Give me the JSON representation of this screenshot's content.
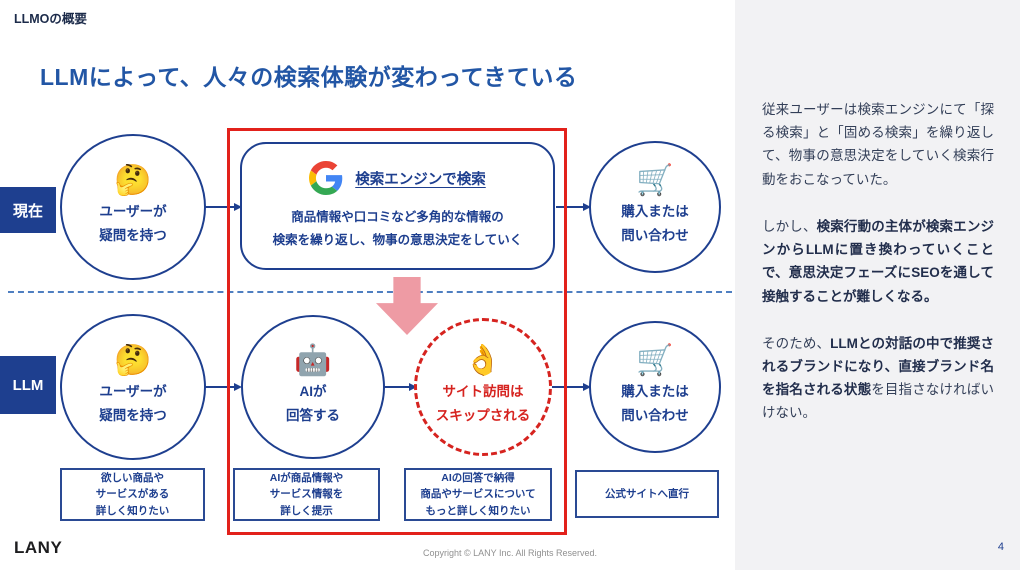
{
  "colors": {
    "navy": "#1e3f8f",
    "title_blue": "#2256a5",
    "frame_red": "#e2211b",
    "skip_red": "#d6231f",
    "pink_arrow": "#ee9ba4",
    "sidebar_bg": "#f2f2f4"
  },
  "header": {
    "label": "LLMOの概要",
    "title": "LLMによって、人々の検索体験が変わってきている"
  },
  "rows": {
    "current": {
      "label": "現在",
      "user_circle": {
        "icon": "🤔",
        "text": "ユーザーが\n疑問を持つ"
      },
      "search_box": {
        "title": "検索エンジンで検索",
        "body": "商品情報や口コミなど多角的な情報の\n検索を繰り返し、物事の意思決定をしていく"
      },
      "purchase_circle": {
        "icon": "🛒",
        "text": "購入または\n問い合わせ"
      }
    },
    "llm": {
      "label": "LLM",
      "user_circle": {
        "icon": "🤔",
        "text": "ユーザーが\n疑問を持つ"
      },
      "ai_circle": {
        "icon": "🤖",
        "text": "AIが\n回答する"
      },
      "skip_circle": {
        "icon": "👌",
        "text": "サイト訪問は\nスキップされる"
      },
      "purchase_circle": {
        "icon": "🛒",
        "text": "購入または\n問い合わせ"
      }
    }
  },
  "captions": {
    "want": "欲しい商品や\nサービスがある\n詳しく知りたい",
    "ai_present": "AIが商品情報や\nサービス情報を\n詳しく提示",
    "ai_convinced": "AIの回答で納得\n商品やサービスについて\nもっと詳しく知りたい",
    "direct": "公式サイトへ直行"
  },
  "sidebar": {
    "p1": "従来ユーザーは検索エンジンにて「探る検索」と「固める検索」を繰り返して、物事の意思決定をしていく検索行動をおこなっていた。",
    "p2_normal": "しかし、",
    "p2_bold": "検索行動の主体が検索エンジンからLLMに置き換わっていくことで、意思決定フェーズにSEOを通して接触することが難しくなる。",
    "p3_normal": "そのため、",
    "p3_bold": "LLMとの対話の中で推奨されるブランドになり、直接ブランド名を指名される状態",
    "p3_suffix": "を目指さなければいけない。"
  },
  "footer": {
    "logo": "LANY",
    "copyright": "Copyright © LANY Inc. All Rights Reserved.",
    "page": "4"
  }
}
